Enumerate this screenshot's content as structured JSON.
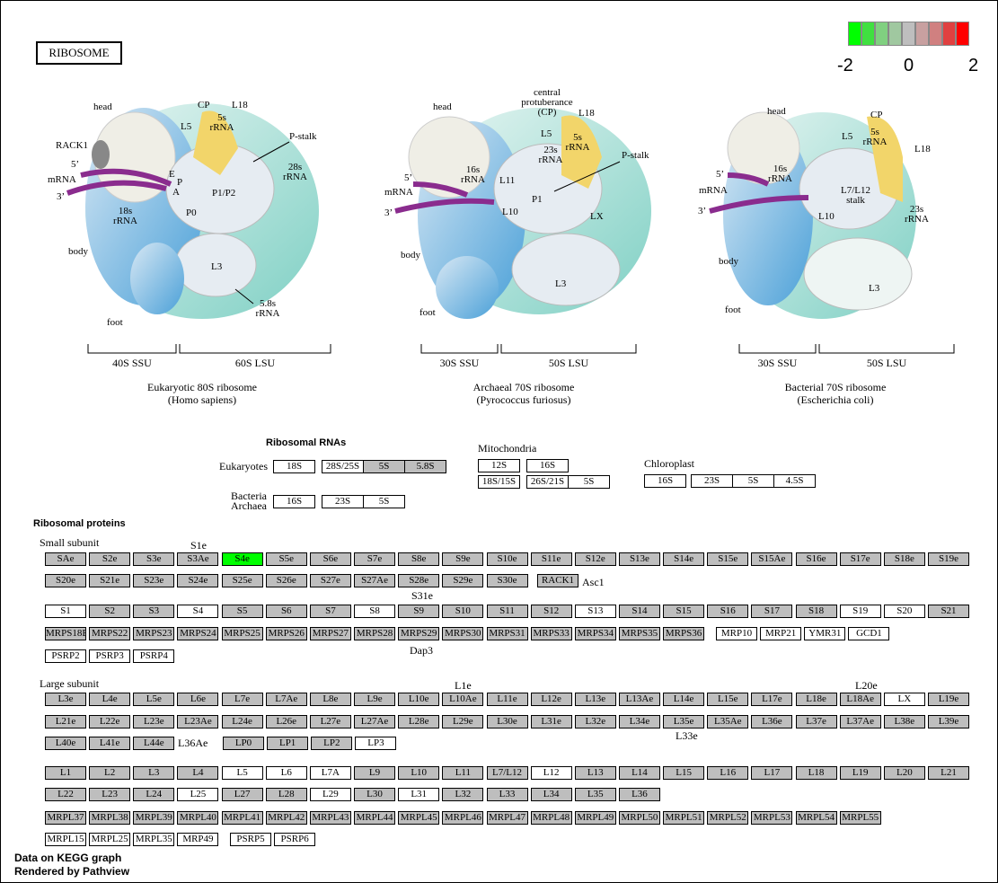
{
  "title": "RIBOSOME",
  "legend": {
    "colors": [
      "#00ff00",
      "#40e040",
      "#80d080",
      "#a0c8a0",
      "#bebebe",
      "#c8a0a0",
      "#d08080",
      "#e04040",
      "#ff0000"
    ],
    "labels": [
      "-2",
      "0",
      "2"
    ]
  },
  "ribosomes": [
    {
      "caption": [
        "Eukaryotic 80S ribosome",
        "(Homo sapiens)"
      ],
      "ssu": "40S SSU",
      "lsu": "60S LSU",
      "labels": [
        "head",
        "CP",
        "L18",
        "L5",
        "5s rRNA",
        "RACK1",
        "5’",
        "mRNA",
        "3’",
        "P-stalk",
        "28s rRNA",
        "E",
        "P",
        "A",
        "P1/P2",
        "P0",
        "18s rRNA",
        "body",
        "L3",
        "5.8s rRNA",
        "foot"
      ]
    },
    {
      "caption": [
        "Archaeal 70S ribosome",
        "(Pyrococcus furiosus)"
      ],
      "ssu": "30S SSU",
      "lsu": "50S LSU",
      "labels": [
        "head",
        "central protuberance (CP)",
        "L18",
        "L5",
        "23s rRNA",
        "5s rRNA",
        "P-stalk",
        "5’",
        "mRNA",
        "3’",
        "16s rRNA",
        "L11",
        "P1",
        "L10",
        "LX",
        "body",
        "L3",
        "foot"
      ]
    },
    {
      "caption": [
        "Bacterial 70S ribosome",
        "(Escherichia coli)"
      ],
      "ssu": "30S SSU",
      "lsu": "50S LSU",
      "labels": [
        "head",
        "CP",
        "L5",
        "5s rRNA",
        "L18",
        "5’",
        "mRNA",
        "3’",
        "16s rRNA",
        "L7/L12 stalk",
        "L10",
        "23s rRNA",
        "body",
        "L3",
        "foot"
      ]
    }
  ],
  "rna": {
    "heading": "Ribosomal RNAs",
    "eukaryotes_label": "Eukaryotes",
    "bacteria_label": "Bacteria",
    "archaea_label": "Archaea",
    "mitochondria_label": "Mitochondria",
    "chloroplast_label": "Chloroplast",
    "boxes": [
      {
        "t": "18S",
        "s": "w"
      },
      {
        "t": "28S/25S",
        "s": "w"
      },
      {
        "t": "5S",
        "s": "g"
      },
      {
        "t": "5.8S",
        "s": "g"
      },
      {
        "t": "16S",
        "s": "w"
      },
      {
        "t": "23S",
        "s": "w"
      },
      {
        "t": "5S",
        "s": "w"
      },
      {
        "t": "12S",
        "s": "w"
      },
      {
        "t": "16S",
        "s": "w"
      },
      {
        "t": "18S/15S",
        "s": "w"
      },
      {
        "t": "26S/21S",
        "s": "w"
      },
      {
        "t": "5S",
        "s": "w"
      },
      {
        "t": "16S",
        "s": "w"
      },
      {
        "t": "23S",
        "s": "w"
      },
      {
        "t": "5S",
        "s": "w"
      },
      {
        "t": "4.5S",
        "s": "w"
      }
    ]
  },
  "proteins_heading": "Ribosomal proteins",
  "small_subunit_label": "Small subunit",
  "large_subunit_label": "Large subunit",
  "side_labels": [
    "S1e",
    "S31e",
    "Dap3",
    "Asc1",
    "L1e",
    "L20e",
    "L33e",
    "L36Ae"
  ],
  "protein_rows": [
    {
      "s": "g",
      "items": [
        "SAe",
        "S2e",
        "S3e",
        "S3Ae",
        "S4e",
        "S5e",
        "S6e",
        "S7e",
        "S8e",
        "S9e",
        "S10e",
        "S11e",
        "S12e",
        "S13e",
        "S14e",
        "S15e",
        "S15Ae",
        "S16e",
        "S17e",
        "S18e",
        "S19e"
      ],
      "hl": [
        4
      ]
    },
    {
      "s": "g",
      "items": [
        "S20e",
        "S21e",
        "S23e",
        "S24e",
        "S25e",
        "S26e",
        "S27e",
        "S27Ae",
        "S28e",
        "S29e",
        "S30e"
      ],
      "extra": [
        "RACK1"
      ]
    },
    {
      "s": "mix",
      "items": [
        "S1",
        "S2",
        "S3",
        "S4",
        "S5",
        "S6",
        "S7",
        "S8",
        "S9",
        "S10",
        "S11",
        "S12",
        "S13",
        "S14",
        "S15",
        "S16",
        "S17",
        "S18",
        "S19",
        "S20",
        "S21"
      ],
      "white": [
        0,
        3,
        7,
        12,
        18,
        19
      ]
    },
    {
      "s": "g",
      "items": [
        "MRPS18B",
        "MRPS22",
        "MRPS23",
        "MRPS24",
        "MRPS25",
        "MRPS26",
        "MRPS27",
        "MRPS28",
        "MRPS29",
        "MRPS30",
        "MRPS31",
        "MRPS33",
        "MRPS34",
        "MRPS35",
        "MRPS36"
      ],
      "extra_white": [
        "MRP10",
        "MRP21",
        "YMR31",
        "GCD1"
      ]
    },
    {
      "s": "w",
      "items": [
        "PSRP2",
        "PSRP3",
        "PSRP4"
      ]
    },
    {
      "s": "mix",
      "items": [
        "L3e",
        "L4e",
        "L5e",
        "L6e",
        "L7e",
        "L7Ae",
        "L8e",
        "L9e",
        "L10e",
        "L10Ae",
        "L11e",
        "L12e",
        "L13e",
        "L13Ae",
        "L14e",
        "L15e",
        "L17e",
        "L18e",
        "L18Ae",
        "LX",
        "L19e"
      ],
      "white": [
        19
      ]
    },
    {
      "s": "g",
      "items": [
        "L21e",
        "L22e",
        "L23e",
        "L23Ae",
        "L24e",
        "L26e",
        "L27e",
        "L27Ae",
        "L28e",
        "L29e",
        "L30e",
        "L31e",
        "L32e",
        "L34e",
        "L35e",
        "L35Ae",
        "L36e",
        "L37e",
        "L37Ae",
        "L38e",
        "L39e"
      ]
    },
    {
      "s": "g",
      "items": [
        "L40e",
        "L41e",
        "L44e"
      ],
      "extra_g": [
        "LP0",
        "LP1",
        "LP2"
      ],
      "extra_white": [
        "LP3"
      ]
    },
    {
      "s": "mix",
      "items": [
        "L1",
        "L2",
        "L3",
        "L4",
        "L5",
        "L6",
        "L7A",
        "L9",
        "L10",
        "L11",
        "L7/L12",
        "L12",
        "L13",
        "L14",
        "L15",
        "L16",
        "L17",
        "L18",
        "L19",
        "L20",
        "L21"
      ],
      "white": [
        4,
        5,
        6,
        11
      ]
    },
    {
      "s": "mix",
      "items": [
        "L22",
        "L23",
        "L24",
        "L25",
        "L27",
        "L28",
        "L29",
        "L30",
        "L31",
        "L32",
        "L33",
        "L34",
        "L35",
        "L36"
      ],
      "white": [
        3,
        6,
        8
      ]
    },
    {
      "s": "g",
      "items": [
        "MRPL37",
        "MRPL38",
        "MRPL39",
        "MRPL40",
        "MRPL41",
        "MRPL42",
        "MRPL43",
        "MRPL44",
        "MRPL45",
        "MRPL46",
        "MRPL47",
        "MRPL48",
        "MRPL49",
        "MRPL50",
        "MRPL51",
        "MRPL52",
        "MRPL53",
        "MRPL54",
        "MRPL55"
      ]
    },
    {
      "s": "w",
      "items": [
        "MRPL15",
        "MRPL25",
        "MRPL35",
        "MRP49"
      ],
      "extra_white": [
        "PSRP5",
        "PSRP6"
      ]
    }
  ],
  "footer": [
    "Data on KEGG graph",
    "Rendered by Pathview"
  ]
}
